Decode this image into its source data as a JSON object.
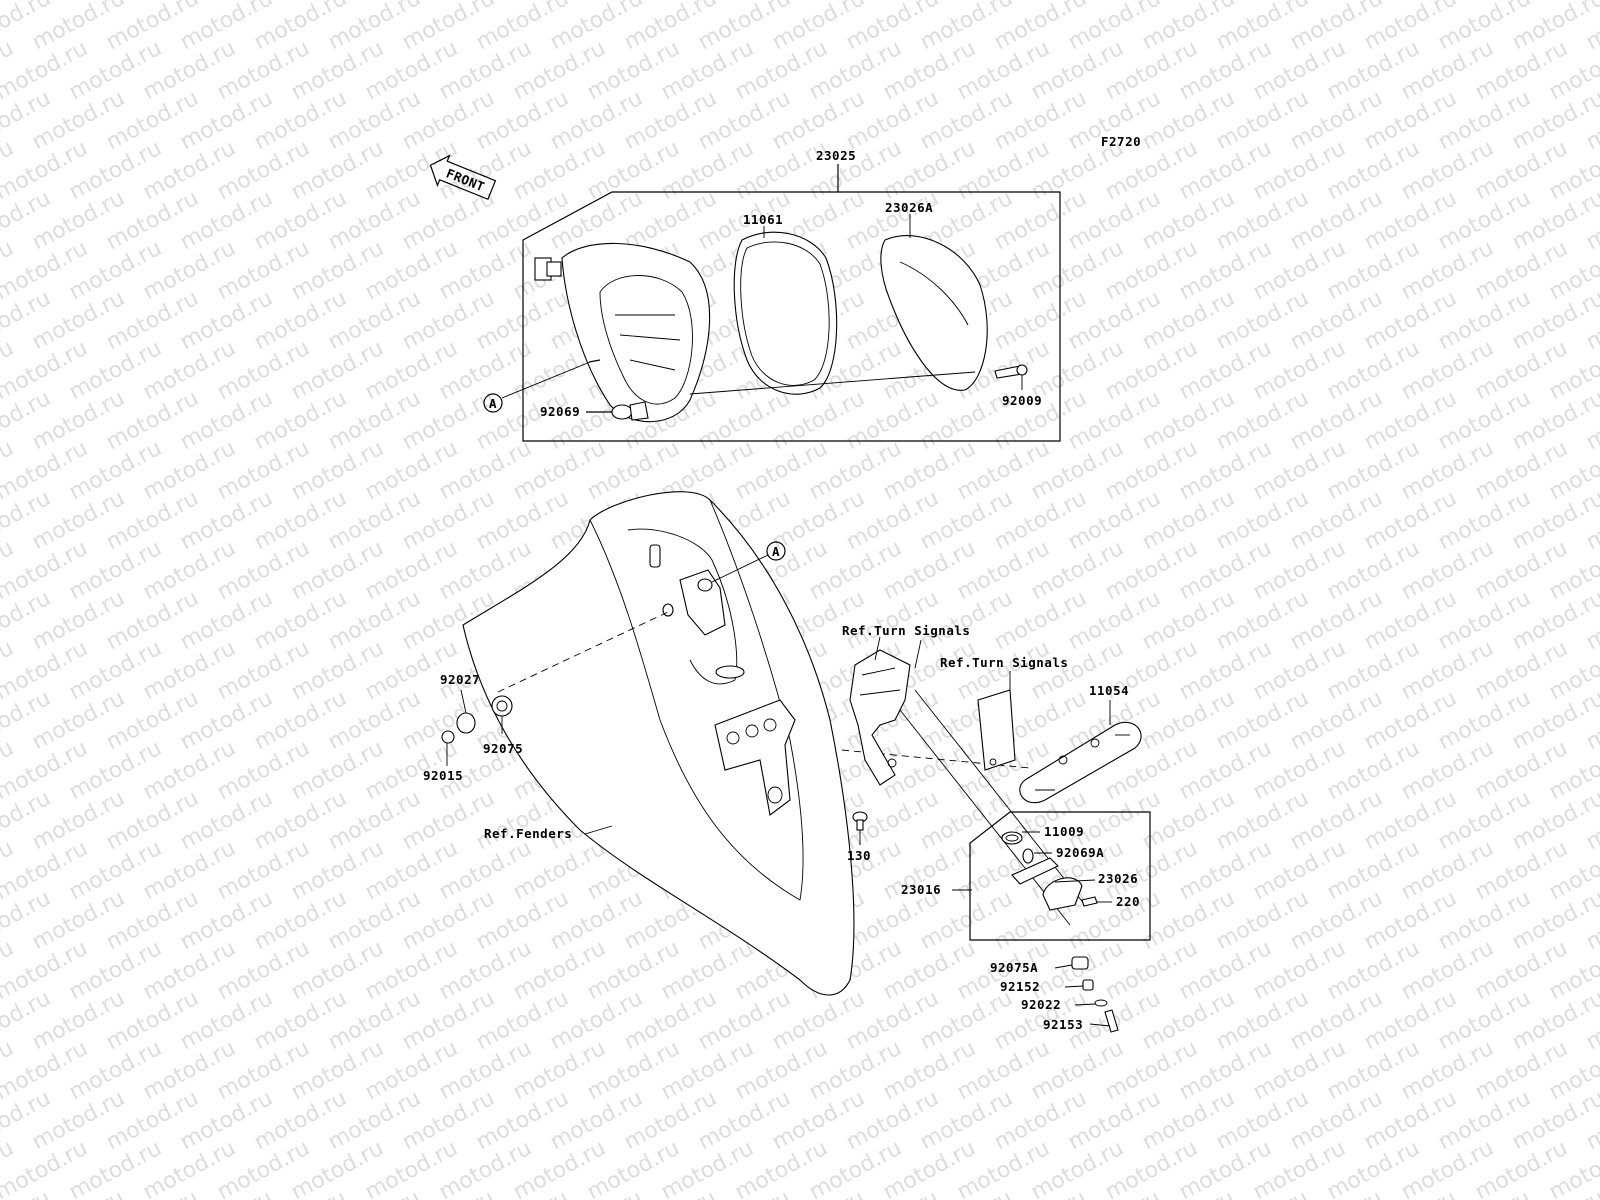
{
  "figure_code": "F2720",
  "watermark": "motod.ru",
  "front_arrow": "FRONT",
  "callout_marker": "A",
  "labels": {
    "p23025": "23025",
    "p11061": "11061",
    "p23026A": "23026A",
    "p92009": "92009",
    "p92069": "92069",
    "ref_turn_1": "Ref.Turn Signals",
    "ref_turn_2": "Ref.Turn Signals",
    "p11054": "11054",
    "p92027": "92027",
    "p92075": "92075",
    "p92015": "92015",
    "ref_fenders": "Ref.Fenders",
    "p130": "130",
    "p11009": "11009",
    "p92069A": "92069A",
    "p23026": "23026",
    "p23016": "23016",
    "p220": "220",
    "p92075A": "92075A",
    "p92152": "92152",
    "p92022": "92022",
    "p92153": "92153"
  }
}
